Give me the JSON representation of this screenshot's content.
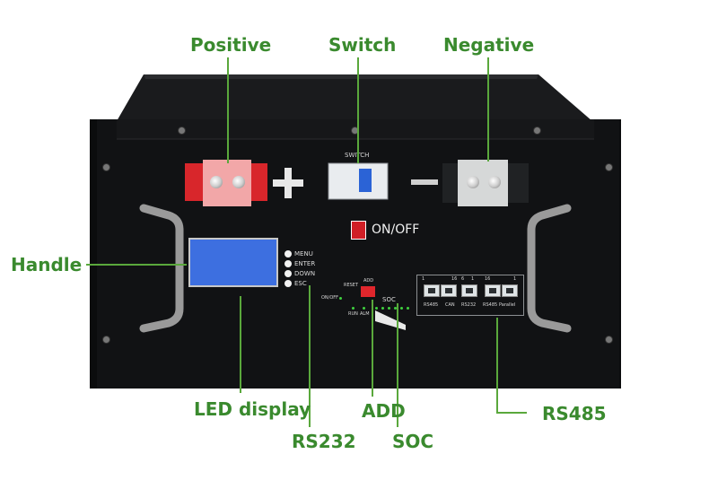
{
  "labels": {
    "positive": "Positive",
    "switch": "Switch",
    "negative": "Negative",
    "handle": "Handle",
    "led_display": "LED display",
    "rs232": "RS232",
    "add": "ADD",
    "soc": "SOC",
    "rs485": "RS485"
  },
  "panel": {
    "switch_label": "SWITCH",
    "onoff_label": "ON/OFF",
    "menu_buttons": [
      "MENU",
      "ENTER",
      "DOWN",
      "ESC"
    ],
    "reset_label": "RESET",
    "add_label": "ADD",
    "onoff_small": "ON/OFF",
    "soc_label": "SOC",
    "run_label": "RUN",
    "alm_label": "ALM",
    "port_labels": [
      "RS485",
      "CAN",
      "RS232",
      "RS485",
      "Parallel"
    ],
    "pin_labels": [
      "1",
      "16",
      "6",
      "1",
      "16",
      "1"
    ]
  },
  "colors": {
    "callout_text": "#3a8a2e",
    "leader_line": "#5aa83c",
    "enclosure": "#111214",
    "display": "#3d6fe0",
    "positive_terminal": "#d8262b",
    "onoff_button": "#d01f26"
  }
}
